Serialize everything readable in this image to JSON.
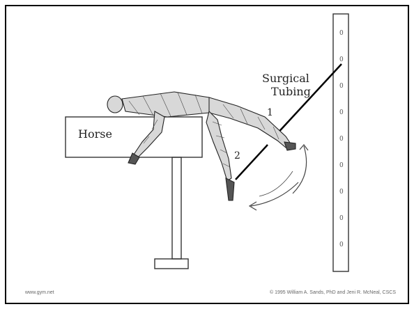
{
  "diagram": {
    "labels": {
      "horse": "Horse",
      "tubing_line1": "Surgical",
      "tubing_line2": "Tubing",
      "position1": "1",
      "position2": "2"
    },
    "wall_rail_holes": [
      "0",
      "0",
      "0",
      "0",
      "0",
      "0",
      "0",
      "0",
      "0"
    ]
  },
  "footer": {
    "website": "www.gym.net",
    "copyright": "© 1995 William A. Sands, PhD and Jeni R. McNeal, CSCS"
  }
}
